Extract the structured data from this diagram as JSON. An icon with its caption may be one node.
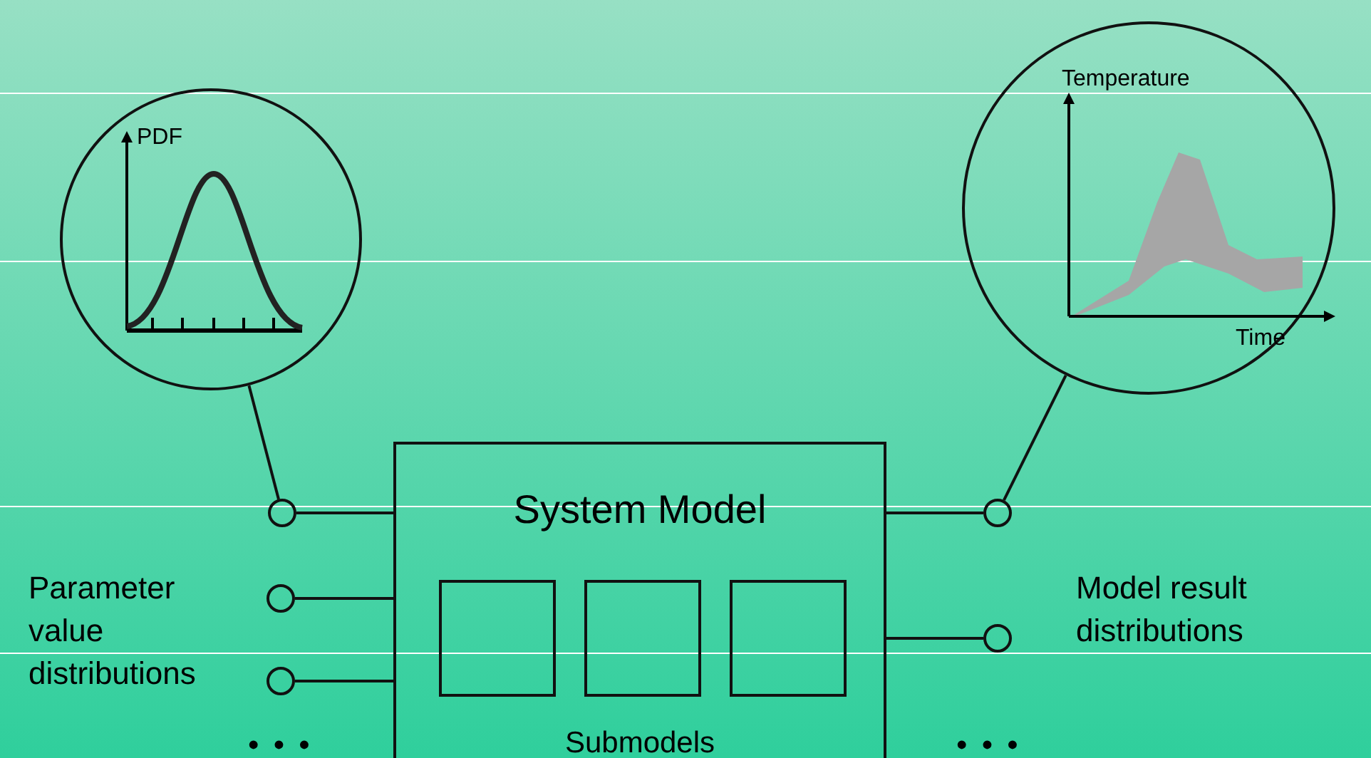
{
  "diagram": {
    "nodes": [
      {
        "text": [
          "PDF"
        ]
      },
      {
        "text": [
          "Temperature",
          "Time"
        ]
      },
      {
        "text": [
          "System Model",
          "Submodels"
        ]
      },
      {
        "text": [],
        "shape": "box",
        "in": 2
      },
      {
        "text": [],
        "shape": "box",
        "in": 2
      },
      {
        "text": [],
        "shape": "box",
        "in": 2
      },
      {
        "text": [],
        "shape": "circle"
      },
      {
        "text": [],
        "shape": "circle"
      },
      {
        "text": [],
        "shape": "circle"
      },
      {
        "text": [],
        "shape": "circle"
      },
      {
        "text": [],
        "shape": "circle"
      }
    ],
    "edges": [
      {
        "from": 0,
        "to": 6,
        "arrow": "none"
      },
      {
        "from": 6,
        "to": 2,
        "arrow": "none"
      },
      {
        "from": 7,
        "to": 2,
        "arrow": "none"
      },
      {
        "from": 8,
        "to": 2,
        "arrow": "none"
      },
      {
        "from": 2,
        "to": 9,
        "arrow": "none"
      },
      {
        "from": 2,
        "to": 10,
        "arrow": "none"
      },
      {
        "from": 9,
        "to": 1,
        "arrow": "none"
      }
    ],
    "labels": [
      "Parameter value distributions",
      "Model result distributions",
      "• • •",
      "• • •"
    ]
  }
}
